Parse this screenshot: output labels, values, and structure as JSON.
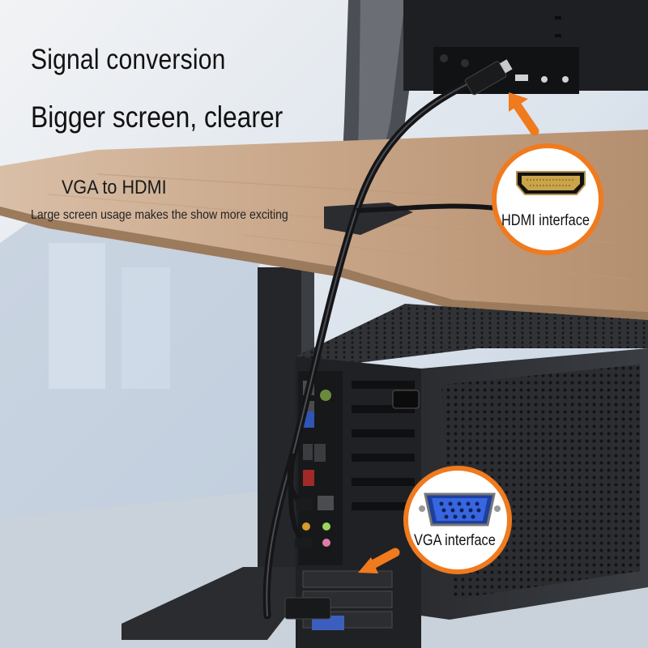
{
  "headline": {
    "line1": "Signal conversion",
    "line2": "Bigger screen, clearer"
  },
  "subheading": {
    "title": "VGA to HDMI",
    "caption": "Large screen usage makes the show more exciting"
  },
  "callouts": {
    "hdmi": "HDMI interface",
    "vga": "VGA interface"
  },
  "colors": {
    "accent_orange": "#f07a1e",
    "desk_wood": "#caa98a",
    "monitor_black": "#1c1d20",
    "pc_case": "#26282c",
    "vga_blue": "#2f5bd6",
    "hdmi_gold": "#c9a44a"
  }
}
